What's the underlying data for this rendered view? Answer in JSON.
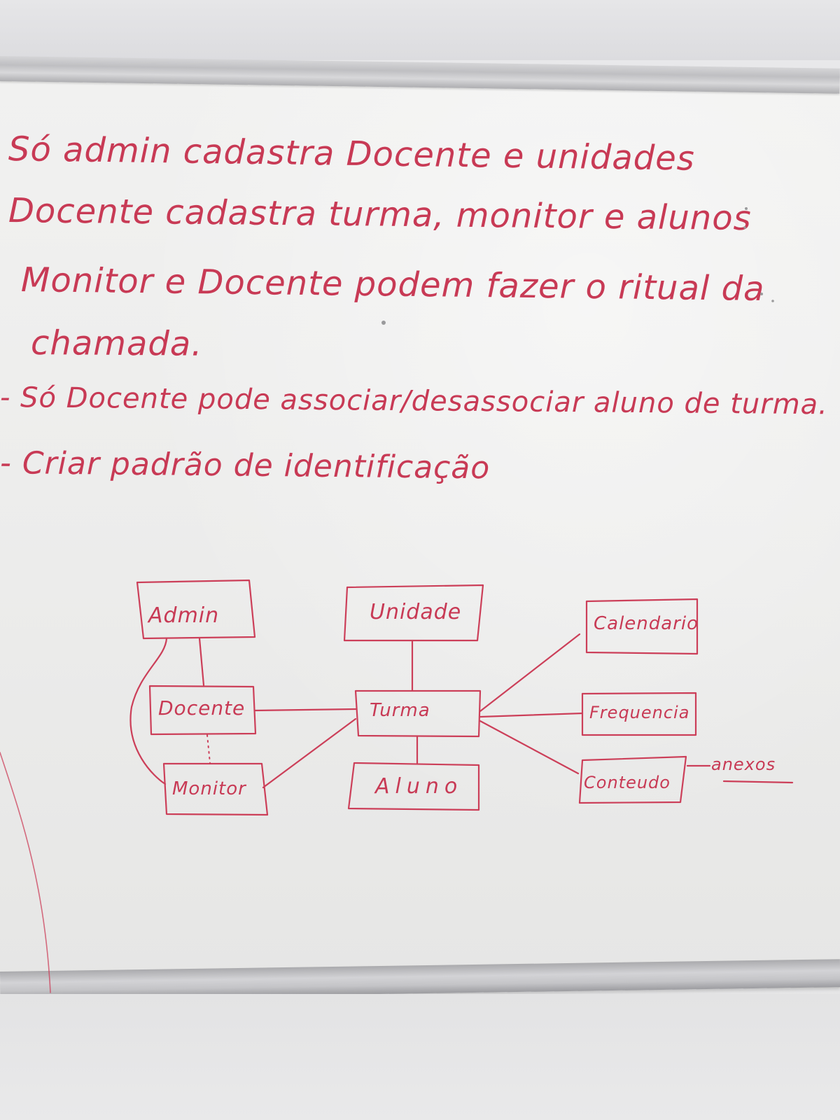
{
  "notes": [
    "Só admin cadastra Docente e unidades",
    "Docente cadastra turma, monitor e alunos",
    "Monitor e Docente podem fazer o ritual da",
    "chamada.",
    "- Só Docente pode associar/desassociar aluno de turma.",
    "- Criar padrão de identificação"
  ],
  "diagram": {
    "boxes": {
      "admin": "Admin",
      "docente": "Docente",
      "monitor": "Monitor",
      "unidade": "Unidade",
      "turma": "Turma",
      "aluno": "Aluno",
      "calendario": "Calendario",
      "frequencia": "Frequencia",
      "conteudo": "Conteudo"
    },
    "attachment_label": "anexos"
  },
  "colors": {
    "marker_ink": "#c83a55",
    "board": "#eeeeed"
  }
}
